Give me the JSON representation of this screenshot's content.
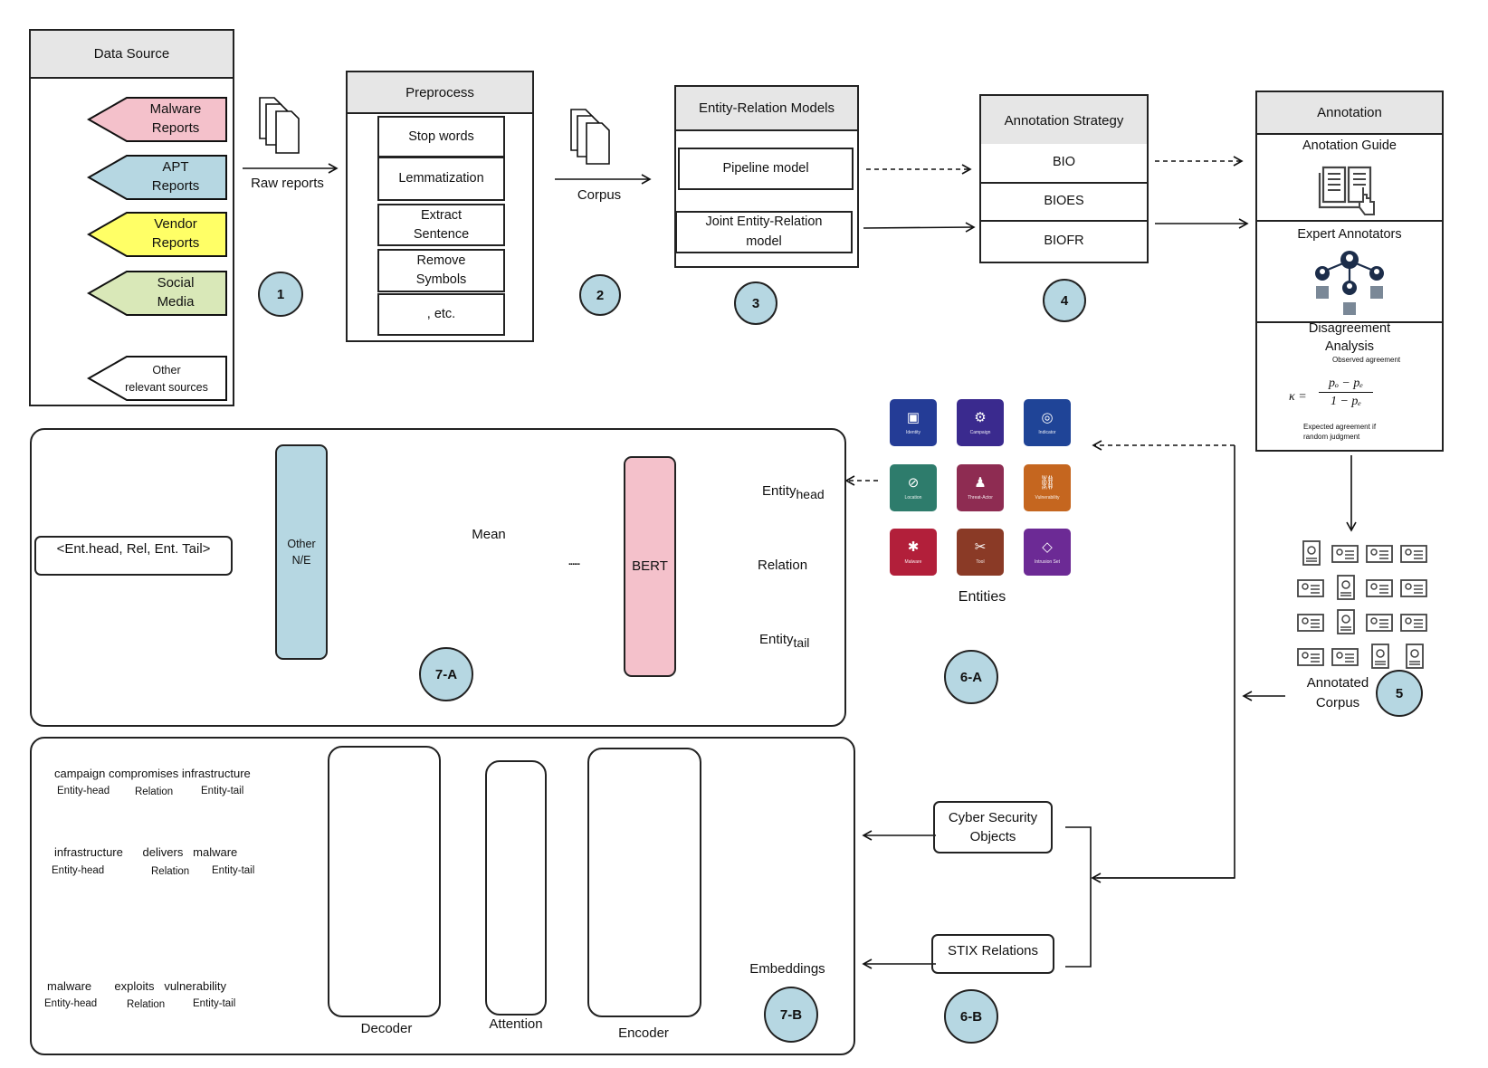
{
  "data_source": {
    "title": "Data Source",
    "items": [
      {
        "label_line1": "Malware",
        "label_line2": "Reports",
        "color": "#f4c1cb"
      },
      {
        "label_line1": "APT",
        "label_line2": "Reports",
        "color": "#b6d7e2"
      },
      {
        "label_line1": "Vendor",
        "label_line2": "Reports",
        "color": "#ffff66"
      },
      {
        "label_line1": "Social",
        "label_line2": "Media",
        "color": "#d9e8b8"
      },
      {
        "label_line1": "Other",
        "label_line2": "relevant sources",
        "color": "#ffffff"
      }
    ],
    "ellipsis": "·"
  },
  "flow": {
    "raw_reports": "Raw reports",
    "corpus": "Corpus"
  },
  "preprocess": {
    "title": "Preprocess",
    "steps": [
      "Stop words",
      "Lemmatization",
      "Extract\nSentence",
      "Remove\nSymbols",
      ", etc."
    ]
  },
  "er_models": {
    "title": "Entity-Relation Models",
    "items": [
      "Pipeline model",
      "Joint Entity-Relation\nmodel"
    ]
  },
  "annotation_strategy": {
    "title": "Annotation Strategy",
    "items": [
      "BIO",
      "BIOES",
      "BIOFR"
    ]
  },
  "annotation": {
    "title": "Annotation",
    "guide": "Anotation Guide",
    "experts": "Expert Annotators",
    "disagreement_line1": "Disagreement",
    "disagreement_line2": "Analysis",
    "formula": {
      "kappa": "κ =",
      "numerator": "pₒ − pₑ",
      "denominator": "1 − pₑ",
      "observed": "Observed agreement",
      "expected_line1": "Expected agreement if",
      "expected_line2": "random judgment"
    }
  },
  "annotated_corpus": {
    "line1": "Annotated",
    "line2": "Corpus"
  },
  "entities": {
    "label": "Entities",
    "tiles": [
      {
        "name": "Identity",
        "icon": "id-card-icon",
        "glyph": "▣",
        "color": "#243c96"
      },
      {
        "name": "Campaign",
        "icon": "cannon-icon",
        "glyph": "⚙",
        "color": "#3a2a8e"
      },
      {
        "name": "Indicator",
        "icon": "fingerprint-icon",
        "glyph": "◎",
        "color": "#1f4497"
      },
      {
        "name": "Location",
        "icon": "compass-icon",
        "glyph": "⊘",
        "color": "#2e7c6c"
      },
      {
        "name": "Threat-Actor",
        "icon": "threat-actor-icon",
        "glyph": "♟",
        "color": "#8e2c52"
      },
      {
        "name": "Vulnerability",
        "icon": "broken-chain-icon",
        "glyph": "⛓",
        "color": "#c5661f"
      },
      {
        "name": "Malware",
        "icon": "bug-icon",
        "glyph": "✱",
        "color": "#b21f3a"
      },
      {
        "name": "Tool",
        "icon": "tools-icon",
        "glyph": "✂",
        "color": "#8a3a26"
      },
      {
        "name": "Intrusion Set",
        "icon": "diamond-nodes-icon",
        "glyph": "◇",
        "color": "#6c2a95"
      }
    ]
  },
  "panel_7a": {
    "output": "<Ent.head, Rel, Ent. Tail>",
    "classifier_line1": "Other",
    "classifier_line2": "N/E",
    "mean": "Mean",
    "bert": "BERT",
    "dots": "......",
    "entity_head": "Entity",
    "entity_head_sub": "head",
    "relation": "Relation",
    "entity_tail": "Entity",
    "entity_tail_sub": "tail"
  },
  "panel_7b": {
    "examples": [
      {
        "sentence": "campaign compromises infrastructure",
        "head": "Entity-head",
        "rel": "Relation",
        "tail": "Entity-tail"
      },
      {
        "sentence": "infrastructure      delivers   malware",
        "head": "Entity-head",
        "rel": "Relation",
        "tail": "Entity-tail"
      },
      {
        "sentence": "malware       exploits   vulnerability",
        "head": "Entity-head",
        "rel": "Relation",
        "tail": "Entity-tail"
      }
    ],
    "decoder": "Decoder",
    "attention": "Attention",
    "encoder": "Encoder",
    "embeddings": "Embeddings"
  },
  "inputs_6b": {
    "cso_line1": "Cyber Security",
    "cso_line2": "Objects",
    "stix": "STIX Relations"
  },
  "badges": {
    "b1": "1",
    "b2": "2",
    "b3": "3",
    "b4": "4",
    "b5": "5",
    "b6a": "6-A",
    "b6b": "6-B",
    "b7a": "7-A",
    "b7b": "7-B"
  },
  "colors": {
    "badge": "#b6d7e2",
    "header": "#e6e6e6",
    "bert": "#f4c1cb",
    "green_token": "#a8e6a0",
    "embedding": "#d9e8b8",
    "attention_node": "#0000ee",
    "rnn_node": "#f4c1cb",
    "yellow": "#ffff44",
    "blue_token": "#b6d7e2"
  }
}
